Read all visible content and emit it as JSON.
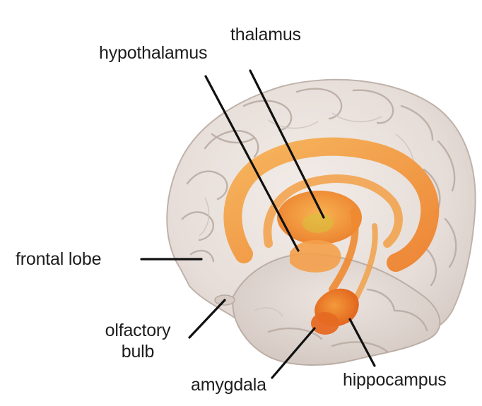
{
  "labels": {
    "thalamus": "thalamus",
    "hypothalamus": "hypothalamus",
    "frontal_lobe": "frontal lobe",
    "olfactory_bulb_line1": "olfactory",
    "olfactory_bulb_line2": "bulb",
    "amygdala": "amygdala",
    "hippocampus": "hippocampus"
  },
  "colors": {
    "brain_tissue": "#e8e0dc",
    "limbic_orange": "#f39a35",
    "limbic_dark": "#e0661f",
    "leader_line": "#111111"
  }
}
